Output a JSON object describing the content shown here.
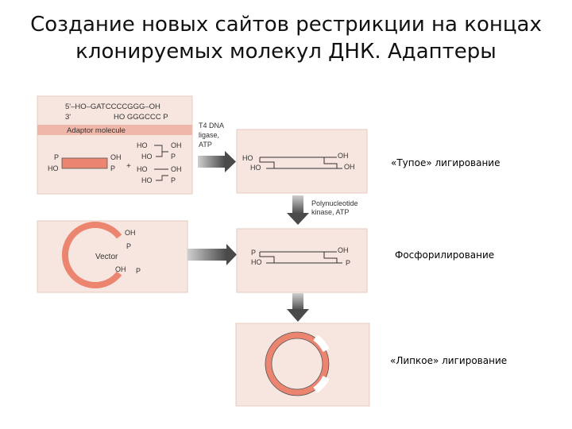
{
  "slide": {
    "title_line1": "Создание  новых сайтов рестрикции на концах",
    "title_line2": "клонируемых  молекул ДНК. Адаптеры"
  },
  "figure": {
    "adaptor": {
      "seq_top": "5'–HO–GATCCCCGGG–OH",
      "seq_bottom_prefix": "3'",
      "seq_bottom": "HO  GGGCCC  P",
      "molecule_label": "Adaptor molecule",
      "left_p": "P",
      "left_ho": "HO",
      "right_oh": "OH",
      "right_p": "P",
      "plus": "+",
      "stack": [
        [
          "HO",
          "OH"
        ],
        [
          "HO",
          "P"
        ],
        [
          "HO",
          "OH"
        ],
        [
          "HO",
          "P"
        ]
      ]
    },
    "vector": {
      "label": "Vector",
      "oh_top": "OH",
      "p_top": "P",
      "oh_bottom": "OH",
      "p_bottom": "P"
    },
    "enzymes": {
      "ligase": [
        "T4 DNA",
        "ligase,",
        "ATP"
      ],
      "kinase": [
        "Polynucleotide",
        "kinase, ATP"
      ]
    },
    "product1": {
      "ho_top": "HO",
      "ho_bottom": "HO",
      "oh_top": "OH",
      "oh_bottom": "OH"
    },
    "product2": {
      "p_top": "P",
      "ho_bottom": "HO",
      "oh_top": "OH",
      "p_bottom": "P"
    },
    "steps": {
      "blunt": "«Тупое» лигирование",
      "phosphorylation": "Фосфорилирование",
      "sticky": "«Липкое» лигирование"
    },
    "colors": {
      "panel": "#f7e6df",
      "band": "#efb7a9",
      "salmon": "#ec8570",
      "arrow": "#5a5a5a"
    }
  }
}
